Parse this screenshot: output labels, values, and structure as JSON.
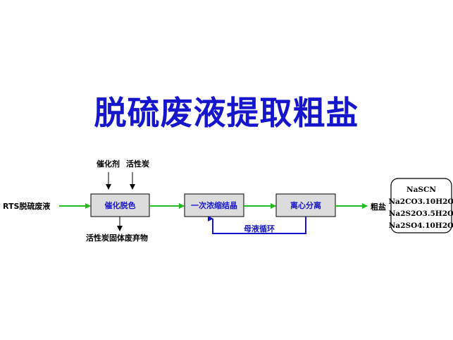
{
  "title": "脱硫废液提取粗盐",
  "input_label": "RTS脱硫废液",
  "reagents": {
    "catalyst": "催化剂",
    "carbon": "活性炭"
  },
  "waste_label": "活性炭固体废弃物",
  "boxes": [
    "催化脱色",
    "一次浓缩结晶",
    "离心分离"
  ],
  "recycle_label": "母液循环",
  "output_label": "粗盐",
  "products": [
    "NaSCN",
    "Na2CO3.10H2O",
    "Na2S2O3.5H2O",
    "Na2SO4.10H2O"
  ],
  "colors": {
    "title": "#1515cc",
    "flow_arrow": "#22bb22",
    "recycle_line": "#1515cc",
    "box_fill": "#dcdcdc"
  }
}
